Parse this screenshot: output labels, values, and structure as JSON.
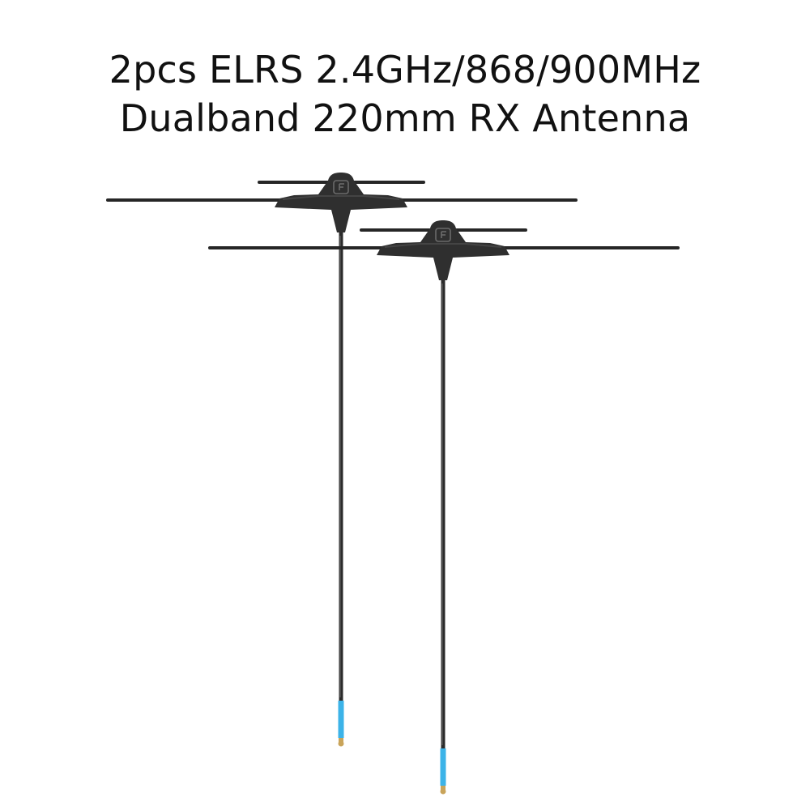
{
  "title": {
    "line1": "2pcs ELRS 2.4GHz/868/900MHz",
    "line2": "Dualband 220mm RX Antenna"
  },
  "colors": {
    "background": "#ffffff",
    "title_text": "#111111",
    "antenna_body": "#2f2f2f",
    "element_wire": "#262626",
    "cable": "#2b2b2b",
    "cable_highlight": "#6a6a6a",
    "sleeve_blue": "#3cb3e8",
    "connector_gold": "#c9a45a"
  },
  "image": {
    "antenna_count": 2,
    "logo_icon": "flywoo-logo-icon"
  }
}
